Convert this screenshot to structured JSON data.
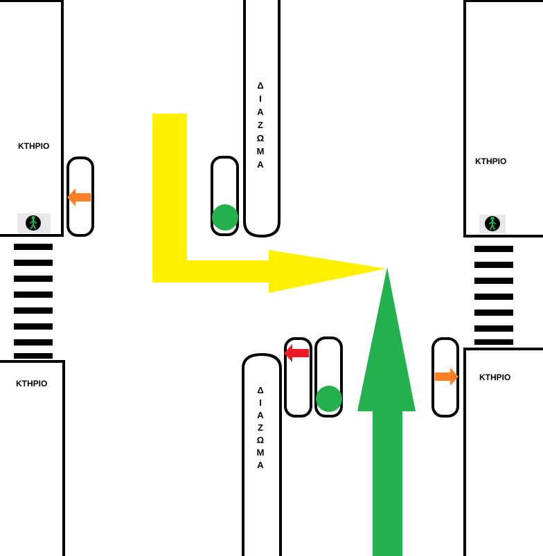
{
  "labels": {
    "building_top_left": "ΚΤΗΡΙΟ",
    "building_top_right": "ΚΤΗΡΙΟ",
    "building_bottom_left": "ΚΤΗΡΙΟ",
    "building_bottom_right": "ΚΤΗΡΙΟ",
    "median_top": [
      "Δ",
      "Ι",
      "Α",
      "Ζ",
      "Ω",
      "Μ",
      "Α"
    ],
    "median_bottom": [
      "Δ",
      "Ι",
      "Α",
      "Ζ",
      "Ω",
      "Μ",
      "Α"
    ]
  },
  "colors": {
    "yellow_arrow": "#ffef00",
    "green_arrow": "#22b14c",
    "green_light": "#22b14c",
    "orange_arrow": "#ff7f27",
    "red_arrow": "#ed1c24",
    "outline": "#000000"
  },
  "icons": {
    "pedestrian": "pedestrian-walk-icon"
  }
}
